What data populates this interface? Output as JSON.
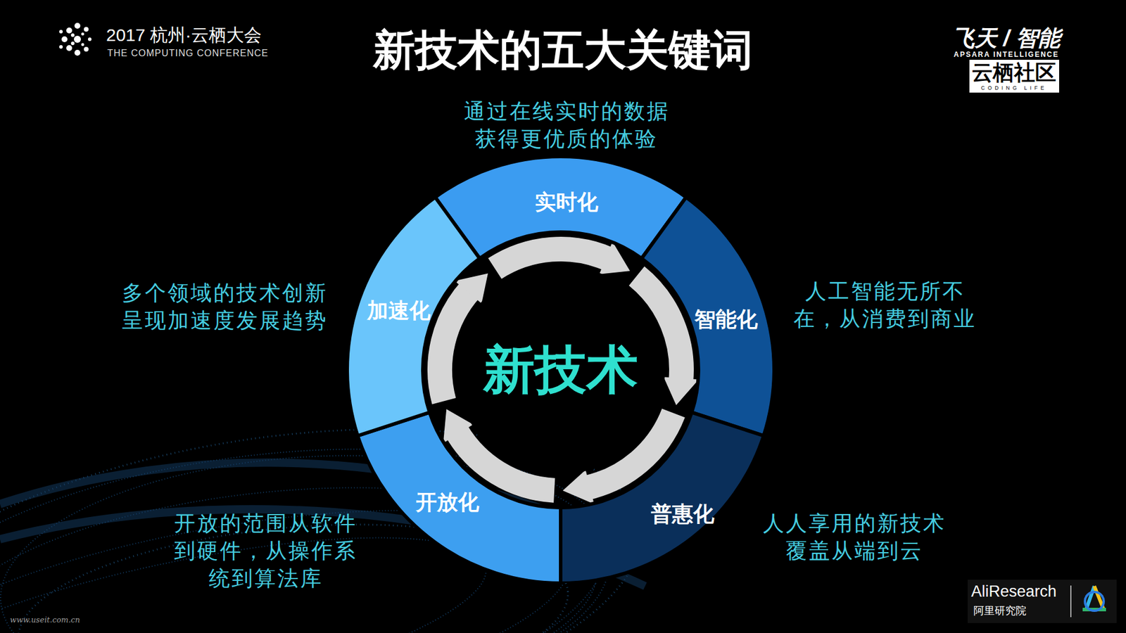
{
  "diagram": {
    "title": "新技术的五大关键词",
    "nodes": [
      {
        "text": [
          "新技术"
        ]
      },
      {
        "text": [
          "实时化"
        ]
      },
      {
        "text": [
          "智能化"
        ]
      },
      {
        "text": [
          "普惠化"
        ]
      },
      {
        "text": [
          "开放化"
        ]
      },
      {
        "text": [
          "加速化"
        ]
      }
    ],
    "labels": [
      "通过在线实时的数据 获得更优质的体验",
      "人工智能无所不 在，从消费到商业",
      "多个领域的技术创新 呈现加速度发展趋势",
      "开放的范围从软件 到硬件，从操作系 统到算法库",
      "人人享用的新技术 覆盖从端到云",
      "2017 杭州·云栖大会",
      "THE COMPUTING CONFERENCE",
      "飞天 / 智能",
      "APSARA INTELLIGENCE",
      "云栖社区",
      "CODING LIFE",
      "AliResearch",
      "阿里研究院",
      "www.useit.com.cn"
    ]
  }
}
